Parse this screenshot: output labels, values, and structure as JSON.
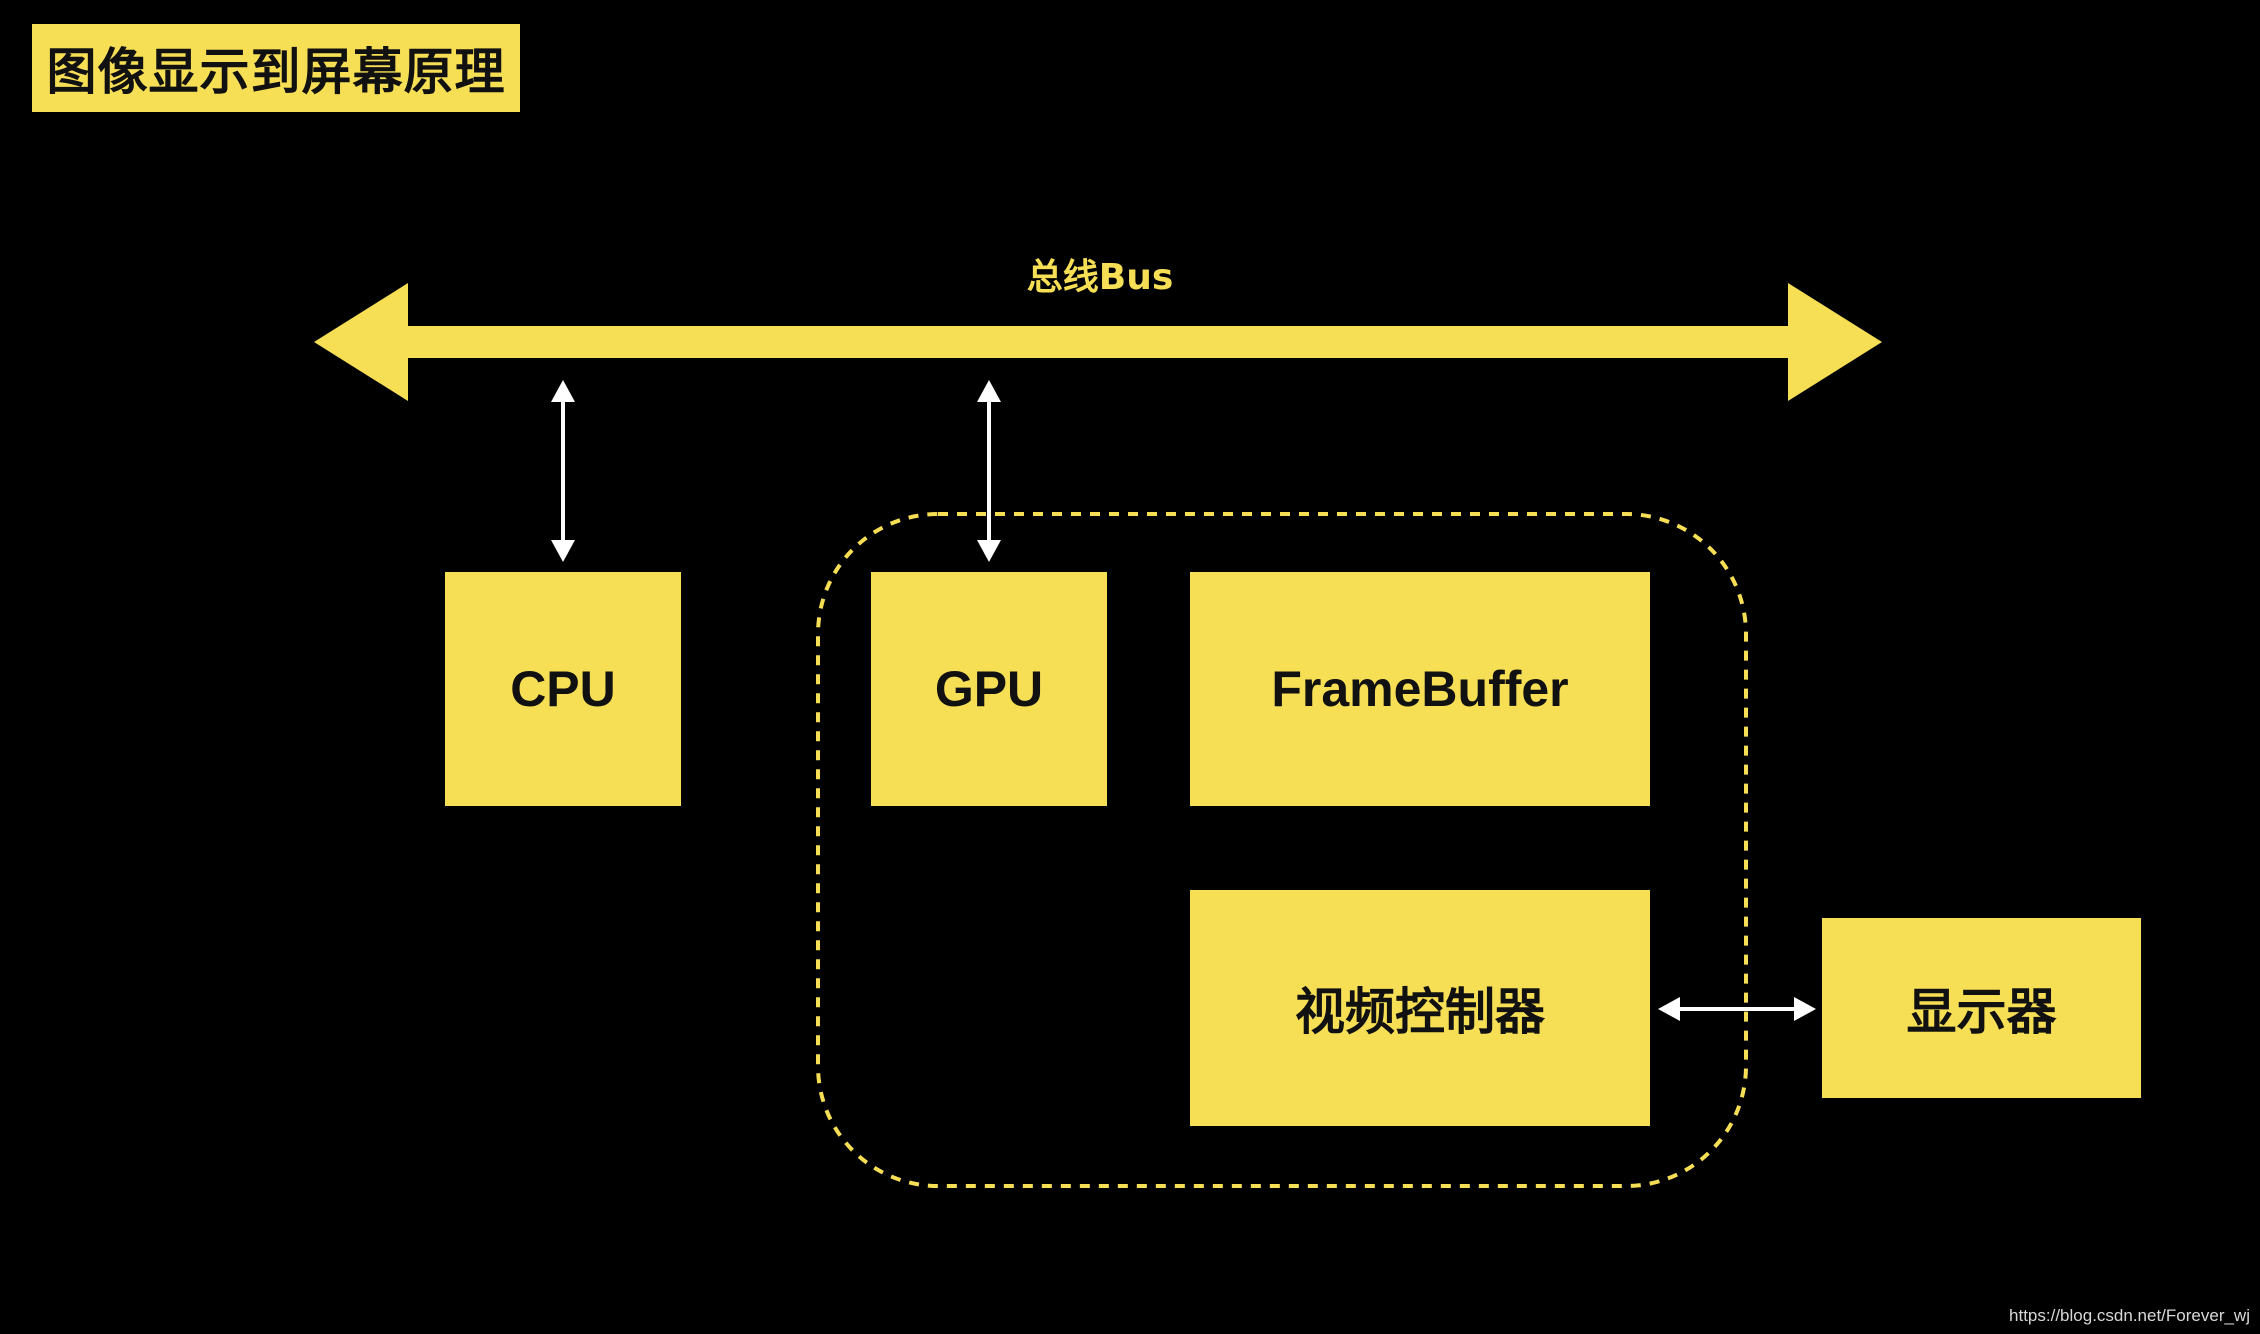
{
  "title": "图像显示到屏幕原理",
  "bus": {
    "label": "总线Bus"
  },
  "nodes": {
    "cpu": "CPU",
    "gpu": "GPU",
    "framebuffer": "FrameBuffer",
    "video_controller": "视频控制器",
    "display": "显示器"
  },
  "watermark": "https://blog.csdn.net/Forever_wj",
  "colors": {
    "background": "#000000",
    "accent": "#f7df55",
    "arrow": "#ffffff",
    "text_on_accent": "#111111"
  }
}
